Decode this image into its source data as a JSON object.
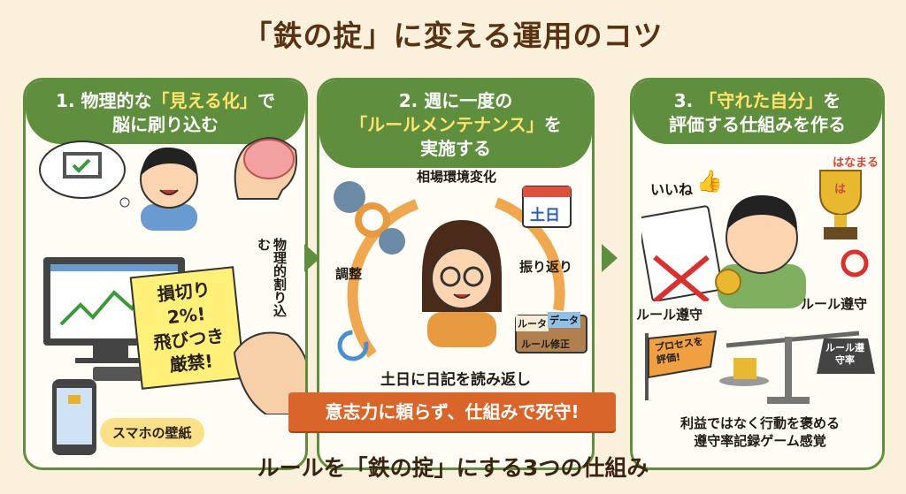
{
  "title": "「鉄の掟」に変える運用のコツ",
  "colors": {
    "accent_green": "#5f8f3e",
    "banner_orange": "#d9652a",
    "title_brown": "#5a3212",
    "background": "#fbf0dc"
  },
  "panels": [
    {
      "heading_pre": "1. 物理的な",
      "heading_hl": "「見える化」",
      "heading_post": "で",
      "heading_line2": "脳に刷り込む",
      "note": [
        "損切り2%!",
        "飛びつき",
        "厳禁!"
      ],
      "vertical_label": "物理的割り込む",
      "pill": "スマホの壁紙",
      "icons": [
        "thought-bubble-monitor-check-icon",
        "boy-icon",
        "brain-icon",
        "monitor-chart-icon",
        "smartphone-lock-icon",
        "hand-icon"
      ]
    },
    {
      "heading_pre": "2. 週に一度の",
      "heading_hl": "「ルールメンテナンス」",
      "heading_post": "を",
      "heading_line2": "実施する",
      "cycle": [
        "相場環境変化",
        "振り返り",
        "調整"
      ],
      "calendar": "土日",
      "box_cards": [
        "ルータ",
        "データ"
      ],
      "box_label": "ルール修正",
      "bottom": "土日に日記を読み返し",
      "icons": [
        "gears-clock-icon",
        "calendar-icon",
        "woman-glasses-icon",
        "toolbox-icon",
        "refresh-clock-icon"
      ]
    },
    {
      "heading_pre": "3. ",
      "heading_hl": "「守れた自分」",
      "heading_post": "を",
      "heading_line2": "評価する仕組みを作る",
      "like": "いいね",
      "hanamaru": "はなまる",
      "trophy_mark": "は",
      "cross_label": "ルール遵守",
      "circle_label": "ルール遵守",
      "flag": "プロセスを評価!",
      "weight": "ルール遵守率",
      "bottom_line1": "利益ではなく行動を褒める",
      "bottom_line2": "遵守率記録ゲーム感覚",
      "icons": [
        "clipboard-check-icon",
        "thumbs-up-icon",
        "boy-medal-icon",
        "trophy-icon",
        "scale-icon",
        "flag-icon"
      ]
    }
  ],
  "banner": "意志力に頼らず、仕組みで死守!",
  "caption": "ルールを「鉄の掟」にする3つの仕組み"
}
